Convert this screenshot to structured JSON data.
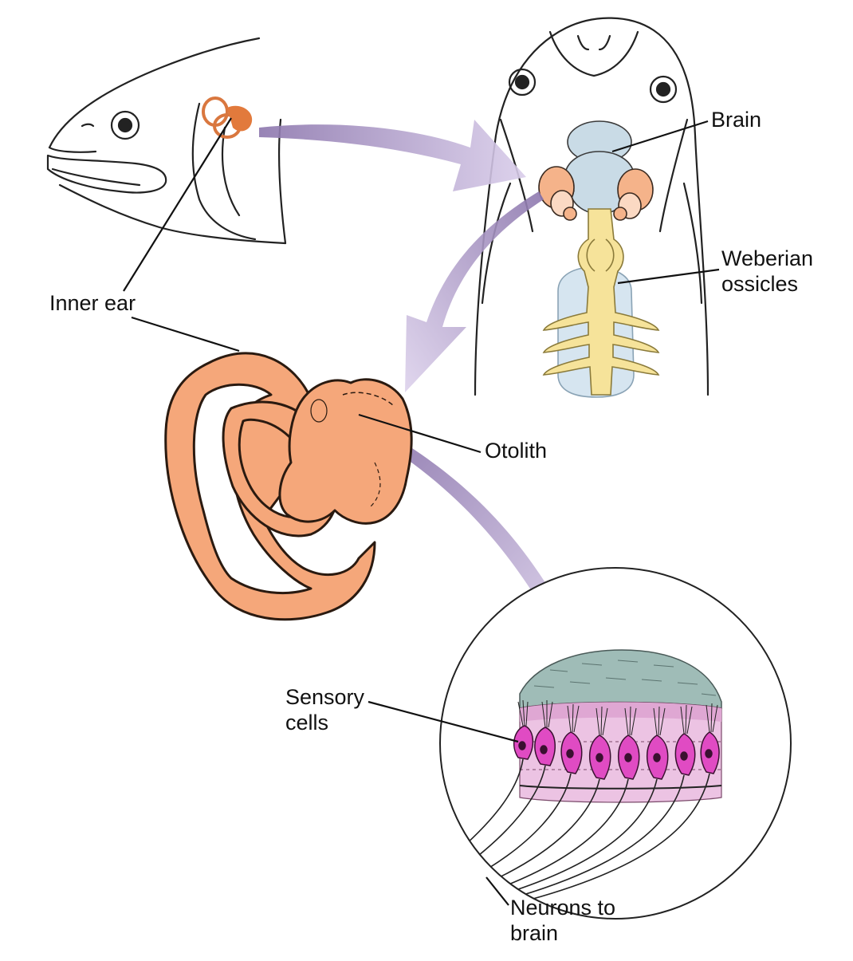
{
  "labels": {
    "brain": "Brain",
    "weberian_line1": "Weberian",
    "weberian_line2": "ossicles",
    "inner_ear": "Inner ear",
    "otolith": "Otolith",
    "sensory_line1": "Sensory",
    "sensory_line2": "cells",
    "neurons_line1": "Neurons to",
    "neurons_line2": "brain"
  },
  "colors": {
    "ear_orange": "#f5a77a",
    "ear_outline": "#3a2a20",
    "brain_blue": "#c9dbe6",
    "ossicle_yellow": "#f6e39a",
    "arrow_purple": "#b9a4d2",
    "otolith_gray": "#9fbcb7",
    "tissue_pink": "#ecc3e3",
    "cell_magenta": "#e04bc3"
  }
}
